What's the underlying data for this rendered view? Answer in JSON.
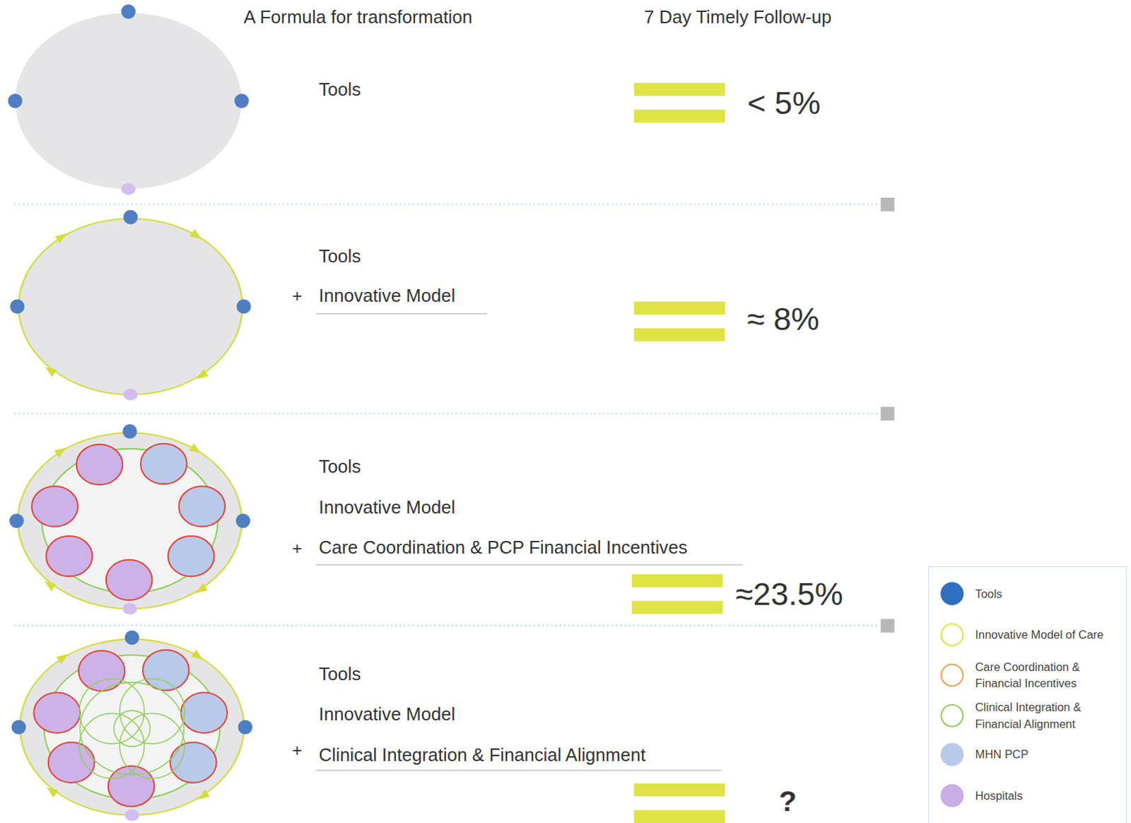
{
  "diagram": {
    "title": "A Formula for transformation",
    "labels": [
      "7 Day Timely Follow-up",
      "Tools",
      "< 5%",
      "Tools",
      "+",
      "Innovative Model",
      "≈ 8%",
      "Tools",
      "Innovative Model",
      "+",
      "Care Coordination & PCP Financial Incentives",
      "≈23.5%",
      "Tools",
      "Innovative Model",
      "+",
      "Clinical Integration & Financial Alignment",
      "?"
    ],
    "legend": [
      {
        "text": "Tools",
        "color": "#2f6fbf"
      },
      {
        "text": "Innovative Model of Care"
      },
      {
        "text": "Care Coordination & Financial Incentives"
      },
      {
        "text": "Clinical Integration & Financial Alignment"
      },
      {
        "text": "MHN PCP",
        "color": "#b9c9ea"
      },
      {
        "text": "Hospitals",
        "color": "#c9ade6"
      }
    ]
  }
}
